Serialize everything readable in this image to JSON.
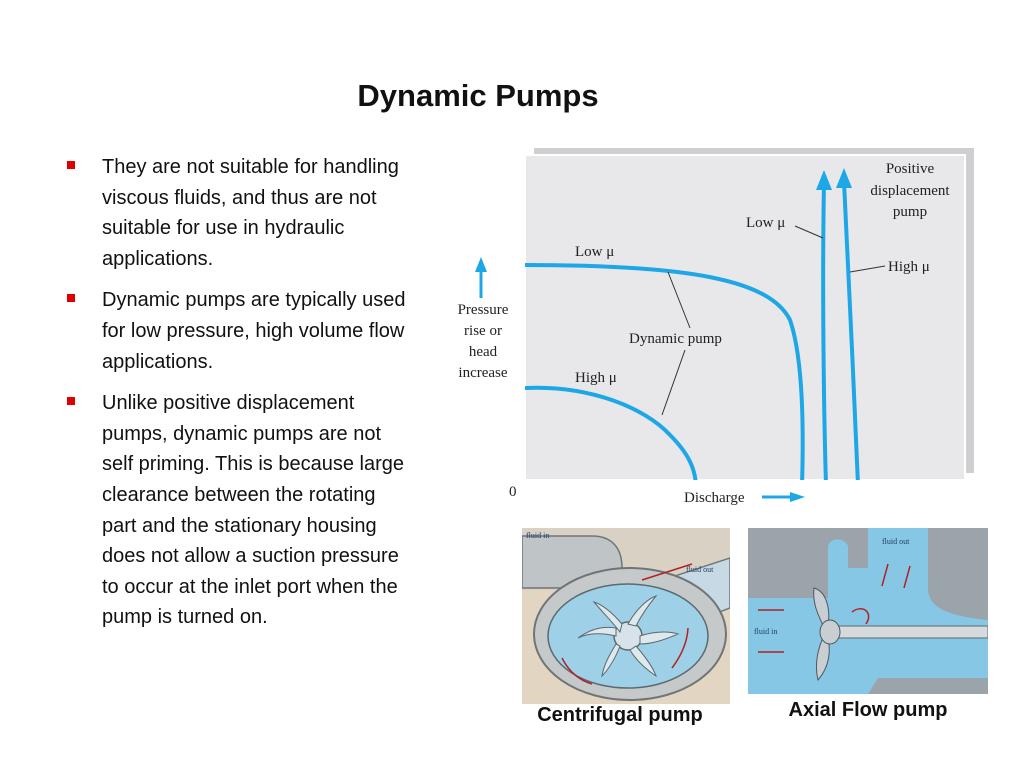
{
  "slide": {
    "title": "Dynamic Pumps",
    "bullet_color": "#e00000",
    "bullets": [
      "They are not suitable for handling viscous fluids, and thus are not suitable for use in hydraulic applications.",
      "Dynamic pumps are typically used for low pressure, high volume flow applications.",
      "Unlike positive displacement pumps, dynamic pumps are not self priming.  This is because large clearance between the rotating part and the stationary housing does not allow  a suction pressure to occur at the inlet port when the pump is turned on."
    ]
  },
  "graph": {
    "y_axis_label": [
      "Pressure",
      "rise or",
      "head",
      "increase"
    ],
    "x_axis_label": "Discharge",
    "origin_label": "0",
    "dynamic_low_label": "Low μ",
    "dynamic_high_label": "High μ",
    "dynamic_pump_label": "Dynamic pump",
    "pd_low_label": "Low μ",
    "pd_high_label": "High μ",
    "pd_pump_label": [
      "Positive",
      "displacement",
      "pump"
    ],
    "curve_color": "#1ea7e6",
    "panel_color": "#e8e8ea"
  },
  "centrifugal": {
    "caption": "Centrifugal pump",
    "fluid_in_label": "fluid in",
    "fluid_out_label": "fluid out"
  },
  "axial": {
    "caption": "Axial Flow pump",
    "fluid_in_label": "fluid in",
    "fluid_out_label": "fluid out"
  }
}
